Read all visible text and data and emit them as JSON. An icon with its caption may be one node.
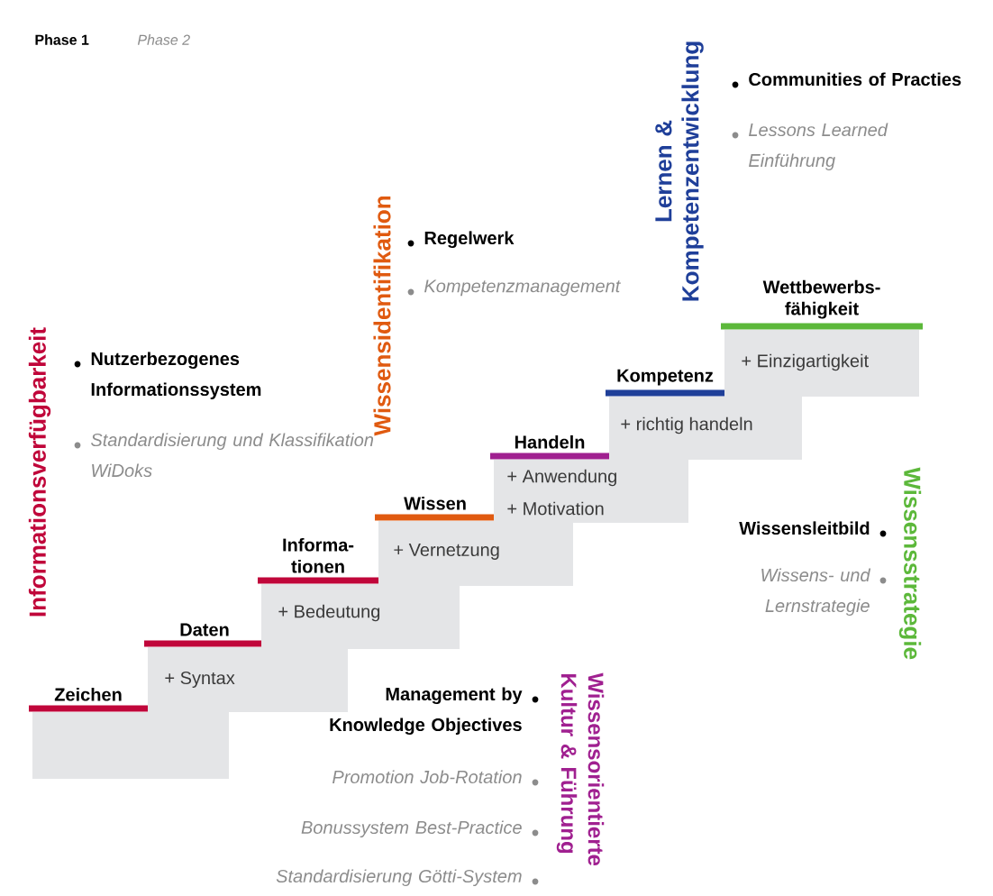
{
  "diagram": {
    "nodes": [
      {
        "text": [
          "Zeichen"
        ]
      },
      {
        "text": [
          "Daten",
          "+ Syntax"
        ]
      },
      {
        "text": [
          "Informa- tionen",
          "+ Bedeutung"
        ]
      },
      {
        "text": [
          "Wissen",
          "+ Vernetzung"
        ]
      },
      {
        "text": [
          "Handeln",
          "+ Anwendung",
          "+ Motivation"
        ]
      },
      {
        "text": [
          "Kompetenz",
          "+ richtig handeln"
        ]
      },
      {
        "text": [
          "Wettbewerbs- fähigkeit",
          "+ Einzigartigkeit"
        ]
      }
    ],
    "labels": [
      "Phase 1",
      "Phase 2",
      "Informationsverfügbarkeit",
      "Nutzerbezogenes Informationssystem",
      "Standardisierung und Klassifikation WiDoks",
      "Wissensidentifikation",
      "Regelwerk",
      "Kompetenzmanagement",
      "Lernen & Kompetenzentwicklung",
      "Communities of Practies",
      "Lessons Learned Einführung",
      "Wissensleitbild",
      "Wissens- und Lernstrategie",
      "Wissensstrategie",
      "Management by Knowledge Objectives",
      "Promotion Job-Rotation",
      "Bonussystem Best-Practice",
      "Standardisierung Götti-System",
      "Wissensorientierte Kultur & Führung"
    ]
  }
}
